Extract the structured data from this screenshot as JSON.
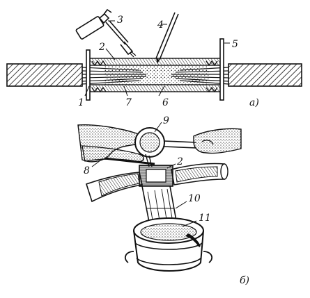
{
  "diagram": {
    "panel_a": {
      "caption": "a)",
      "callouts": [
        "1",
        "2",
        "3",
        "4",
        "5",
        "6",
        "7"
      ]
    },
    "panel_b": {
      "caption": "б)",
      "callouts": [
        "2",
        "8",
        "9",
        "10",
        "11"
      ]
    }
  }
}
